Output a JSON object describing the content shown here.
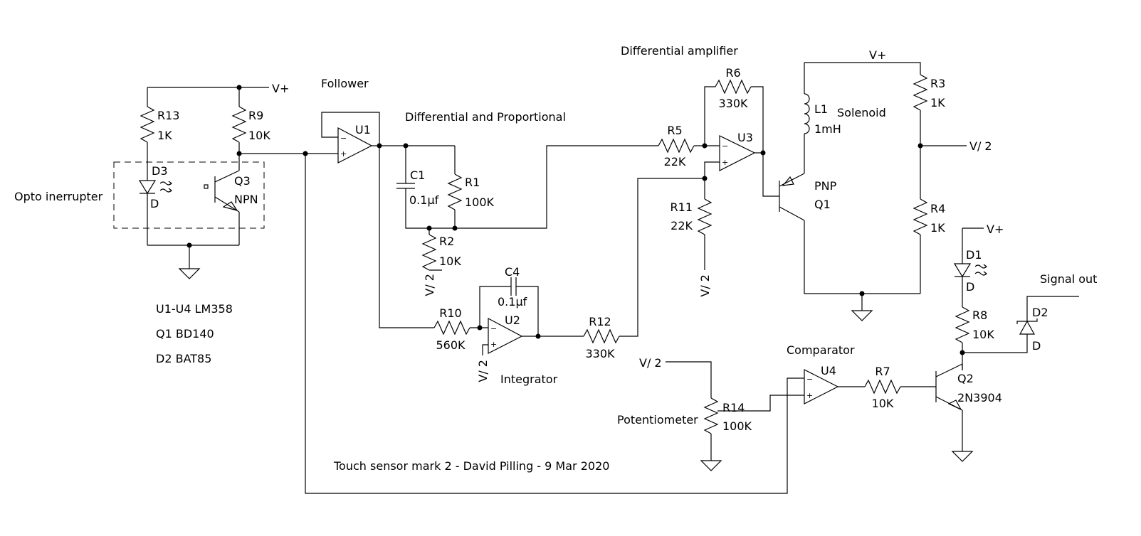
{
  "components": {
    "R13": {
      "ref": "R13",
      "value": "1K"
    },
    "R9": {
      "ref": "R9",
      "value": "10K"
    },
    "D3": {
      "ref": "D3",
      "type": "D"
    },
    "Q3": {
      "ref": "Q3",
      "type": "NPN"
    },
    "U1": {
      "ref": "U1"
    },
    "C1": {
      "ref": "C1",
      "value": "0.1µf"
    },
    "R1": {
      "ref": "R1",
      "value": "100K"
    },
    "R2": {
      "ref": "R2",
      "value": "10K"
    },
    "R10": {
      "ref": "R10",
      "value": "560K"
    },
    "C4": {
      "ref": "C4",
      "value": "0.1µf"
    },
    "U2": {
      "ref": "U2"
    },
    "R12": {
      "ref": "R12",
      "value": "330K"
    },
    "R5": {
      "ref": "R5",
      "value": "22K"
    },
    "R6": {
      "ref": "R6",
      "value": "330K"
    },
    "U3": {
      "ref": "U3"
    },
    "R11": {
      "ref": "R11",
      "value": "22K"
    },
    "L1": {
      "ref": "L1",
      "value": "1mH"
    },
    "Q1": {
      "ref": "Q1",
      "type": "PNP"
    },
    "R3": {
      "ref": "R3",
      "value": "1K"
    },
    "R4": {
      "ref": "R4",
      "value": "1K"
    },
    "D1": {
      "ref": "D1",
      "type": "D"
    },
    "R8": {
      "ref": "R8",
      "value": "10K"
    },
    "D2": {
      "ref": "D2",
      "type": "D"
    },
    "Q2": {
      "ref": "Q2",
      "type": "2N3904"
    },
    "U4": {
      "ref": "U4"
    },
    "R7": {
      "ref": "R7",
      "value": "10K"
    },
    "R14": {
      "ref": "R14",
      "value": "100K"
    }
  },
  "labels": {
    "opto": "Opto inerrupter",
    "follower": "Follower",
    "diff_prop": "Differential and Proportional",
    "diff_amp": "Differential amplifier",
    "solenoid": "Solenoid",
    "integrator": "Integrator",
    "comparator": "Comparator",
    "potentiometer": "Potentiometer",
    "signal_out": "Signal out",
    "credit": "Touch sensor mark 2 - David Pilling - 9 Mar 2020"
  },
  "nets": {
    "vplus": "V+",
    "vhalf": "V/ 2",
    "vhalf_rot": "V/ 2"
  },
  "notes": [
    "U1-U4 LM358",
    "Q1 BD140",
    "D2 BAT85"
  ],
  "opamp_pins": {
    "minus": "−",
    "plus": "+"
  }
}
